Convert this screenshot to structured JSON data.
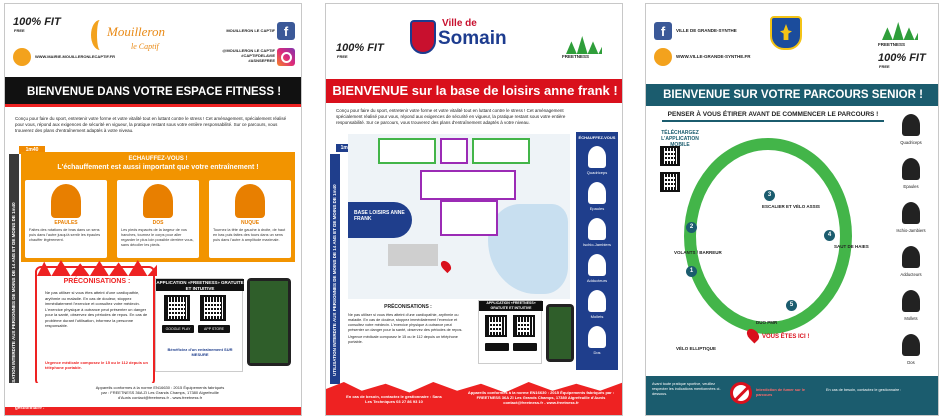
{
  "poster1": {
    "fit_label": "100% FIT",
    "fit_sub": "FREE",
    "logo_line1": "Mouilleron",
    "logo_line2": "le Captif",
    "website": "WWW.MAIRIE-MOUILLERONLECAPTIF.FR",
    "facebook": "MOUILLERON LE CAPTIF",
    "instagram": "@MOUILLERON LE CAPTIF #CAPTIFDELAVIE #ASNSEFREE",
    "banner": "BIENVENUE DANS VOTRE ESPACE FITNESS !",
    "intro": "Conçu pour faire du sport, entretenir votre forme et votre vitalité tout en luttant contre le stress ! Cet aménagement, spécialement réalisé pour vous, répond aux exigences de sécurité en vigueur, la pratique restant sous votre entière responsabilité. Sur ce parcours, vous trouverez des plans d'entraînement adaptés à votre niveau.",
    "height_tag": "1m40",
    "side_text": "UTILISATION INTERDITE AUX PERSONNES DE MOINS DE 14 ANS ET DE MOINS DE 1m40",
    "warmup_title": "ECHAUFFEZ-VOUS !",
    "warmup_sub": "L'échauffement est aussi important que votre entraînement !",
    "columns": [
      {
        "label": "EPAULES",
        "text": "Faites des rotations de bras dans un sens puis dans l'autre jusqu'à sentir les épaules chauffer légèrement."
      },
      {
        "label": "DOS",
        "text": "Les pieds espacés de la largeur de vos hanches, tournez le corps pour aller regarder le plus loin possible derrière vous, sans décoller les pieds."
      },
      {
        "label": "NUQUE",
        "text": "Tournez la tête de gauche à droite, de haut en bas puis faites des tours dans un sens puis dans l'autre à amplitude maximale."
      }
    ],
    "precautions_title": "PRÉCONISATIONS :",
    "precautions_text": "Ne pas utiliser si vous êtes atteint d'une cardiopathie, arythmie ou maladie. En cas de douleur, stoppez immédiatement l'exercice et consultez votre médecin. L'exercice physique à outrance peut présenter un danger pour la santé, observez des périodes de repos. En cas de problème durant l'utilisation, informez la personne responsable.",
    "urgence": "Urgence médicale composez le 15 ou le 112 depuis un téléphone portable.",
    "app_title": "APPLICATION «FREETNESS» GRATUITE ET INTUITIVE",
    "google_play": "GOOGLE PLAY",
    "app_store": "APP STORE",
    "app_caption": "Bénéficiez d'un entraînement SUR MESURE",
    "norm": "Appareils conformes à la norme EN16630 : 2015 Équipements fabriqués par : FREETNESS 36A ZI Les Grands Champs, 17380 Aigrefeuille d'Aunis contact@freetness.fr - www.freetness.fr",
    "contact": "En cas de besoin, contactez le gestionnaire :"
  },
  "poster2": {
    "fit_label": "100% FIT",
    "fit_sub": "FREE",
    "ville": "Ville de",
    "somain": "Somain",
    "brand": "FREETNESS",
    "banner": "BIENVENUE sur la base de loisirs anne frank !",
    "intro": "Conçu pour faire du sport, entretenir votre forme et votre vitalité tout en luttant contre le stress ! Cet aménagement spécialement réalisé pour vous, répond aux exigences de sécurité en vigueur, la pratique restant sous votre entière responsabilité. Sur ce parcours, vous trouverez des plans d'entraînement adaptés à votre niveau.",
    "height_tag": "1m40",
    "side_text": "UTILISATION INTERDITE AUX PERSONNES DE MOINS DE 14 ANS ET DE MOINS DE 1m40",
    "base_label": "BASE LOISIRS ANNE FRANK",
    "exercises_title": "ÉCHAUFFEZ-VOUS",
    "exercises": [
      "Quadriceps",
      "Epaules",
      "Ischio-Jambiers",
      "Adducteurs",
      "Mollets",
      "Dos"
    ],
    "precautions_title": "PRÉCONISATIONS :",
    "precautions_text": "Ne pas utiliser si vous êtes atteint d'une cardiopathie, arythmie ou maladie. En cas de douleur, stoppez immédiatement l'exercice et consultez votre médecin. L'exercice physique à outrance peut présenter un danger pour la santé, observez des périodes de repos.",
    "urgence": "Urgence médicale composez le 15 ou le 112 depuis un téléphone portable.",
    "app_title": "APPLICATION «FREETNESS» GRATUITE ET INTUITIVE",
    "contact": "En cas de besoin, contactez le gestionnaire : Sans Les Techniques 03 27 86 93 10",
    "norm": "Appareils conformes à la norme EN16630 : 2015 Équipements fabriqués par : FREETNESS 36A ZI Les Grands Champs, 17380 Aigrefeuille d'Aunis contact@freetness.fr - www.freetness.fr"
  },
  "poster3": {
    "facebook": "VILLE DE GRANDE-SYNTHE",
    "website": "WWW.VILLE-GRANDE-SYNTHE.FR",
    "brand": "FREETNESS",
    "fit_label": "100% FIT",
    "fit_sub": "FREE",
    "banner": "BIENVENUE SUR VOTRE PARCOURS SENIOR !",
    "ribbon": "PENSER À VOUS ÉTIRER AVANT DE COMMENCER LE PARCOURS !",
    "telecharge": "TÉLÉCHARGEZ L'APPLICATION MOBILE",
    "stations": [
      {
        "n": "1",
        "label": "VÉLO ELLIPTIQUE"
      },
      {
        "n": "2",
        "label": "VOLANTS / BARREUR"
      },
      {
        "n": "3",
        "label": "ESCALIER ET VÉLO ASSIS"
      },
      {
        "n": "4",
        "label": "SAUT DE HAIES"
      },
      {
        "n": "5",
        "label": "DUO PMR"
      }
    ],
    "here": "VOUS ÊTES ICI !",
    "exercises": [
      "Quadriceps",
      "Epaules",
      "Ischio-Jambiers",
      "Adducteurs",
      "Mollets",
      "Dos"
    ],
    "foot_left": "Avant toute pratique sportive, veuillez respecter les indications mentionnées ci-dessous.",
    "no_smoke": "Interdiction de fumer sur le parcours",
    "contact": "En cas de besoin, contactez le gestionnaire :"
  }
}
